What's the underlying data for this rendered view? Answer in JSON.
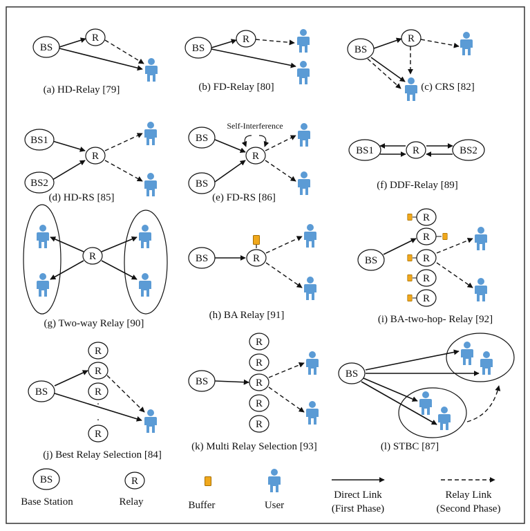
{
  "nodes": {
    "bs": "BS",
    "bs1": "BS1",
    "bs2": "BS2",
    "relay": "R"
  },
  "captions": {
    "a": "(a) HD-Relay [79]",
    "b": "(b) FD-Relay [80]",
    "c": "(c) CRS [82]",
    "d": "(d) HD-RS [85]",
    "e": "(e) FD-RS [86]",
    "f": "(f) DDF-Relay [89]",
    "g": "(g) Two-way Relay [90]",
    "h": "(h) BA Relay [91]",
    "i": "(i) BA-two-hop- Relay [92]",
    "j": "(j) Best Relay Selection [84]",
    "k": "(k) Multi Relay Selection [93]",
    "l": "(l) STBC [87]"
  },
  "annotations": {
    "self_interference": "Self-Interference",
    "dots": "·"
  },
  "legend": {
    "base_station": "Base Station",
    "relay": "Relay",
    "buffer": "Buffer",
    "user": "User",
    "direct_link_1": "Direct Link",
    "direct_link_2": "(First Phase)",
    "relay_link_1": "Relay Link",
    "relay_link_2": "(Second Phase)"
  },
  "colors": {
    "user": "#5b9bd5",
    "buffer": "#f0a81c",
    "buffer_stroke": "#a56d00",
    "line": "#111111"
  }
}
